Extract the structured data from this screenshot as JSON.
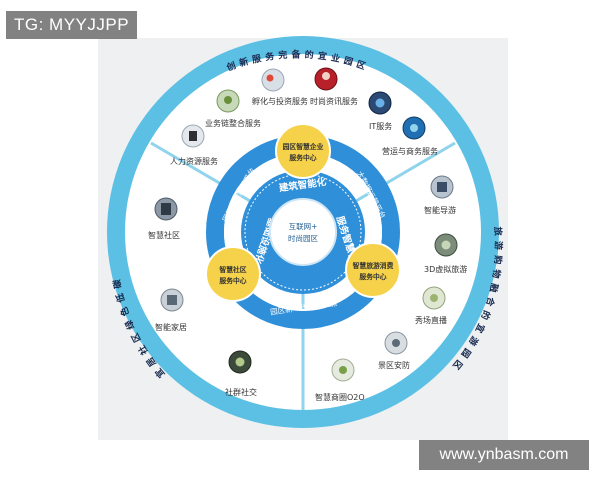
{
  "watermarks": {
    "top_left": "TG: MYYJJPP",
    "bottom_right": "www.ynbasm.com"
  },
  "ring_arcs": {
    "top": "创新服务完备的宜业园区",
    "right": "旅游购物融合的宜游园区",
    "left": "宜居社区绿色低碳"
  },
  "core": {
    "center_line1": "互联网+",
    "center_line2": "时尚园区",
    "mid_segments": [
      "建筑智能化",
      "服务智慧化",
      "基础设施化"
    ]
  },
  "inner_ring": {
    "top_left": "园区管理协同平台",
    "top_right": "大数据运营平台",
    "bottom": "园区新一代基础设施"
  },
  "hubs": [
    {
      "name": "enterprise-service-center",
      "line1": "园区智慧企业",
      "line2": "服务中心"
    },
    {
      "name": "community-service-center",
      "line1": "智慧社区",
      "line2": "服务中心"
    },
    {
      "name": "tourism-service-center",
      "line1": "智慧旅游消费",
      "line2": "服务中心"
    }
  ],
  "services": [
    {
      "name": "incubation",
      "label": "孵化与投资服务"
    },
    {
      "name": "fashion-info",
      "label": "时尚资讯服务"
    },
    {
      "name": "business-chain",
      "label": "业务链整合服务"
    },
    {
      "name": "it-service",
      "label": "IT服务"
    },
    {
      "name": "hr-service",
      "label": "人力资源服务"
    },
    {
      "name": "operation-service",
      "label": "营运与商务服务"
    },
    {
      "name": "smart-guide",
      "label": "智能导游"
    },
    {
      "name": "smart-community",
      "label": "智慧社区"
    },
    {
      "name": "virtual-tour",
      "label": "3D虚拟旅游"
    },
    {
      "name": "live-show",
      "label": "秀场直播"
    },
    {
      "name": "smart-home",
      "label": "智能家居"
    },
    {
      "name": "scenic-security",
      "label": "景区安防"
    },
    {
      "name": "community-social",
      "label": "社群社交"
    },
    {
      "name": "smart-o2o",
      "label": "智慧商圈O2O"
    }
  ],
  "colors": {
    "outer_ring": "#5bc0e3",
    "inner_ring": "#2f8fd8",
    "hub_fill": "#f6d24a",
    "panel": "#eef0f2",
    "ring_text": "#1b2a52"
  }
}
